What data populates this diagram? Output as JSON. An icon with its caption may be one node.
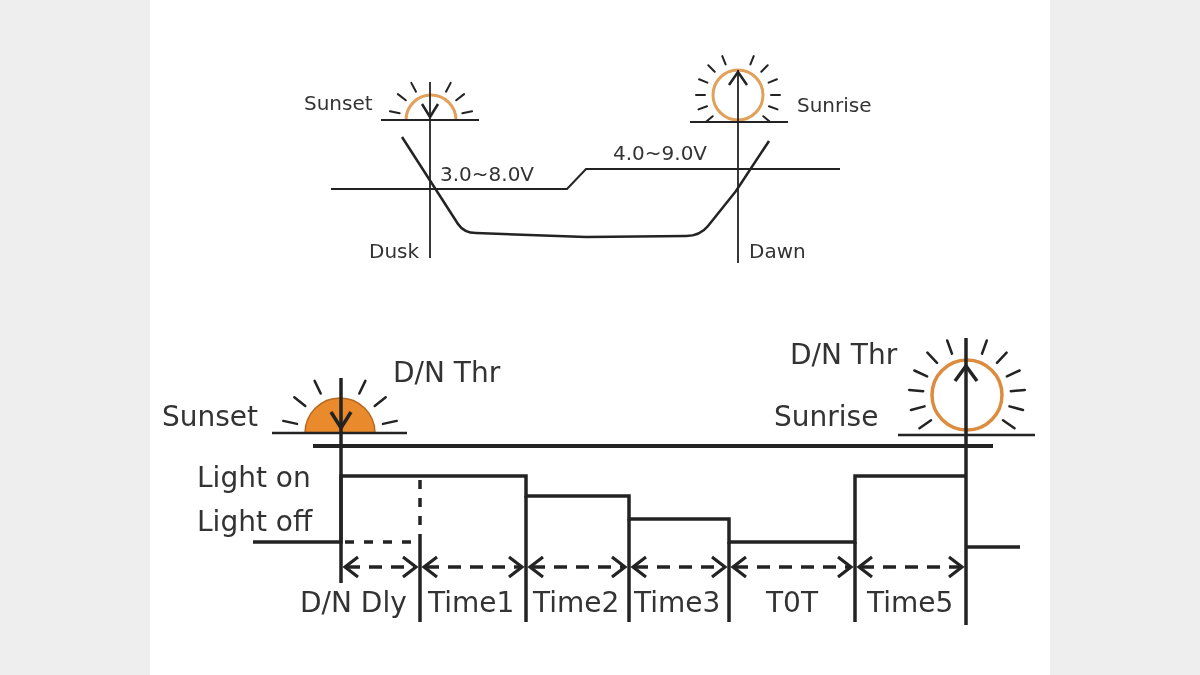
{
  "diagram": {
    "labels": [
      "Sunset",
      "Sunrise",
      "4.0~9.0V",
      "3.0~8.0V",
      "Dusk",
      "Dawn",
      "D/N Thr",
      "D/N Thr",
      "Sunset",
      "Sunrise",
      "Light on",
      "Light off",
      "D/N Dly",
      "Time1",
      "Time2",
      "Time3",
      "T0T",
      "Time5"
    ]
  }
}
